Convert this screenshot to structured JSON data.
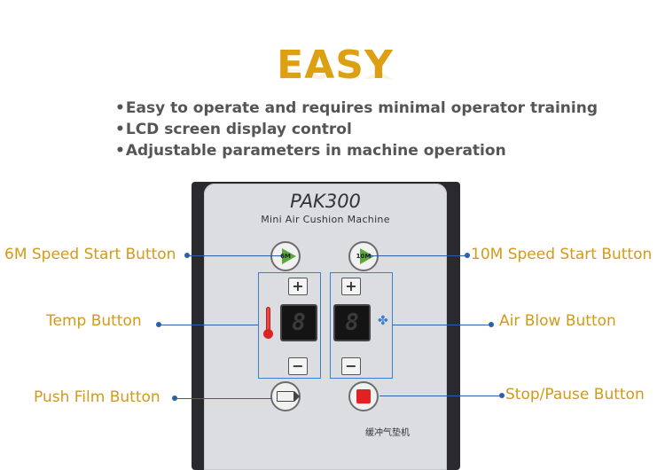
{
  "heading": {
    "title": "EASY"
  },
  "features": [
    "Easy to operate and requires minimal operator training",
    "LCD screen display control",
    "Adjustable parameters in machine operation"
  ],
  "panel": {
    "model": "PAK300",
    "subtitle": "Mini Air Cushion Machine",
    "chinese_label": "缓冲气垫机",
    "left_display": "8",
    "right_display": "8",
    "plus_symbol": "+",
    "minus_symbol": "−",
    "speed_6m": "6M",
    "speed_10m": "10M"
  },
  "callouts": {
    "speed_6m": "6M Speed Start Button",
    "speed_10m": "10M Speed Start Button",
    "temp": "Temp Button",
    "air_blow": "Air Blow Button",
    "push_film": "Push Film Button",
    "stop_pause": "Stop/Pause Button"
  },
  "colors": {
    "accent": "#dda012",
    "callout_line": "#2c5fa8",
    "start_green": "#5aaa3a",
    "stop_red": "#e02222"
  }
}
